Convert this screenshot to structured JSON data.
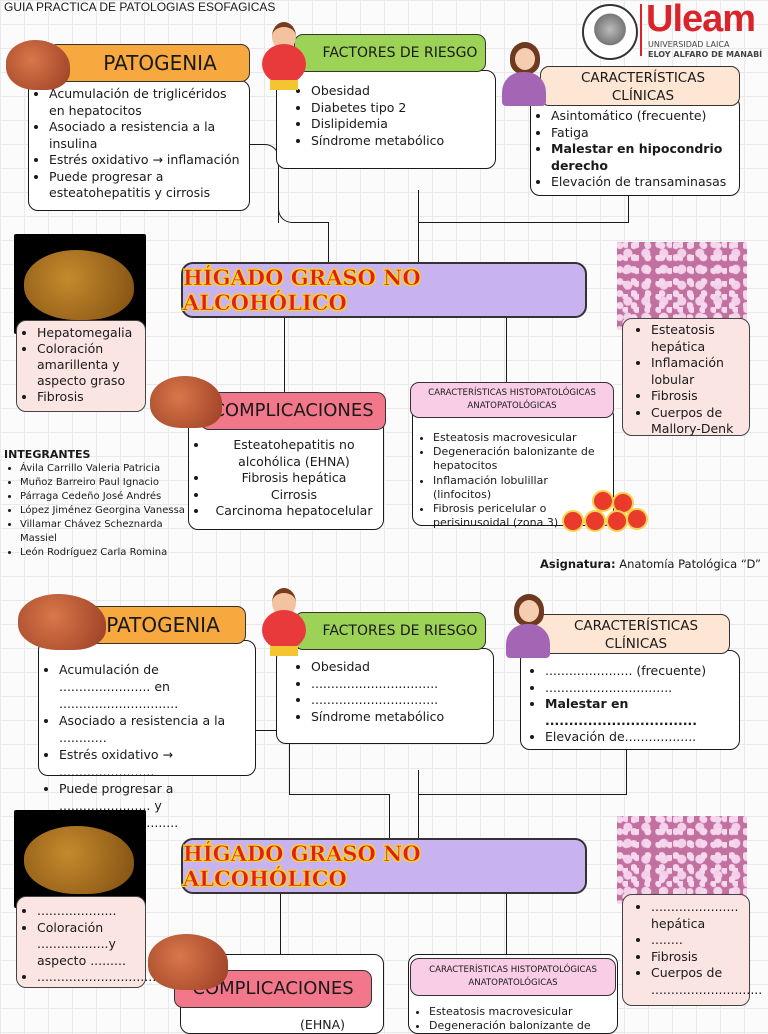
{
  "header": {
    "title": "GUIA PRACTICA DE PATOLOGIAS ESOFAGICAS"
  },
  "logo": {
    "brand": "Uleam",
    "line1": "UNIVERSIDAD LAICA",
    "line2": "ELOY ALFARO DE MANABÍ"
  },
  "colors": {
    "orange": "#f7a940",
    "green": "#9cd356",
    "salmon": "#f3778a",
    "lilac": "#c9b2f0",
    "title_red": "#e31b23",
    "title_yellow": "#f5d327"
  },
  "main_title": "HÍGADO GRASO NO ALCOHÓLICO",
  "top": {
    "patogenia": {
      "title": "PATOGENIA",
      "items": [
        "Acumulación de triglicéridos en hepatocitos",
        "Asociado a resistencia a la insulina",
        "Estrés oxidativo → inflamación",
        "Puede progresar a esteatohepatitis y cirrosis"
      ]
    },
    "factores": {
      "title": "FACTORES DE RIESGO",
      "items": [
        "Obesidad",
        "Diabetes tipo 2",
        "Dislipidemia",
        "Síndrome metabólico"
      ]
    },
    "clinicas": {
      "title": "CARACTERÍSTICAS CLÍNICAS",
      "items": [
        "Asintomático (frecuente)",
        "Fatiga",
        "Malestar en hipocondrio derecho",
        "Elevación de transaminasas"
      ]
    },
    "macro": {
      "items": [
        "Hepatomegalia",
        "Coloración amarillenta y aspecto graso",
        "Fibrosis"
      ]
    },
    "micro": {
      "items": [
        "Esteatosis hepática",
        "Inflamación lobular",
        "Fibrosis",
        "Cuerpos de Mallory-Denk"
      ]
    },
    "complicaciones": {
      "title": "COMPLICACIONES",
      "items": [
        "Esteatohepatitis no alcohólica (EHNA)",
        "Fibrosis hepática",
        "Cirrosis",
        "Carcinoma hepatocelular"
      ]
    },
    "histo": {
      "title": "CARACTERÍSTICAS HISTOPATOLÓGICAS ANATOPATOLÓGICAS",
      "items": [
        "Esteatosis macrovesicular",
        "Degeneración balonizante de hepatocitos",
        "Inflamación lobulillar (linfocitos)",
        "Fibrosis pericelular o perisinusoidal (zona 3)"
      ]
    }
  },
  "integrantes": {
    "title": "INTEGRANTES",
    "names": [
      "Ávila Carrillo Valeria Patricia",
      "Muñoz Barreiro Paul Ignacio",
      "Párraga Cedeño José Andrés",
      "López Jiménez Georgina Vanessa",
      "Villamar Chávez Scheznarda Massiel",
      "León Rodríguez Carla Romina"
    ]
  },
  "asignatura": {
    "label": "Asignatura:",
    "value": "Anatomía Patológica “D”"
  },
  "bottom": {
    "patogenia": {
      "title": "PATOGENIA",
      "items": [
        "Acumulación de ....................... en ..............................",
        "Asociado a resistencia a la ............",
        "Estrés oxidativo → ........................",
        "Puede progresar a ....................... y .............................."
      ]
    },
    "factores": {
      "title": "FACTORES DE RIESGO",
      "items": [
        "Obesidad",
        "................................",
        "................................",
        "Síndrome metabólico"
      ]
    },
    "clinicas": {
      "title": "CARACTERÍSTICAS CLÍNICAS",
      "items": [
        "...................... (frecuente)",
        "................................",
        "Malestar en ................................",
        "Elevación de.................."
      ]
    },
    "macro": {
      "items": [
        "....................",
        "Coloración ..................y aspecto .........",
        "...................................."
      ]
    },
    "micro": {
      "items": [
        "...................... hepática",
        "........",
        "Fibrosis",
        "Cuerpos de ............................"
      ]
    },
    "complicaciones": {
      "title": "COMPLICACIONES",
      "items": [
        "(EHNA)"
      ]
    },
    "histo": {
      "title": "CARACTERÍSTICAS HISTOPATOLÓGICAS ANATOPATOLÓGICAS",
      "items": [
        "Esteatosis macrovesicular",
        "Degeneración balonizante de"
      ]
    }
  }
}
